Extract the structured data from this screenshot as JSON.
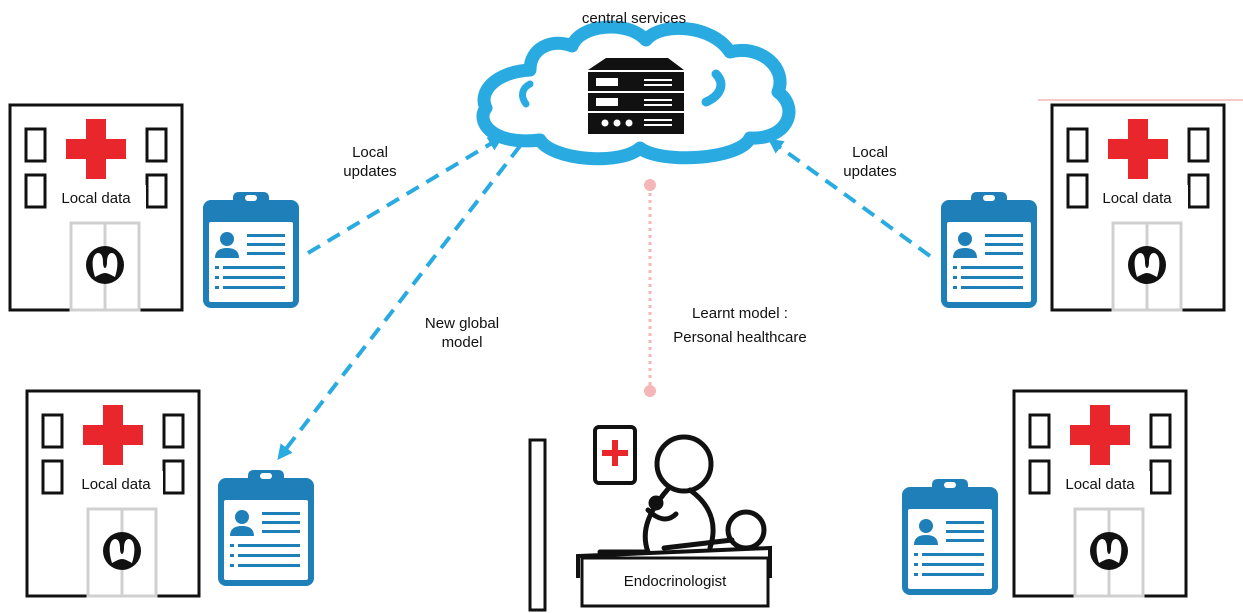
{
  "cloud": {
    "title": "central services",
    "icon": "server-icon",
    "fill_color": "#ffffff",
    "stroke_color": "#29abe2"
  },
  "hospitals": [
    {
      "id": "top-left",
      "label": "Local data"
    },
    {
      "id": "bottom-left",
      "label": "Local data"
    },
    {
      "id": "top-right",
      "label": "Local data"
    },
    {
      "id": "bottom-right",
      "label": "Local data"
    }
  ],
  "arrows": {
    "local_updates_left": [
      "Local",
      "updates"
    ],
    "local_updates_right": [
      "Local",
      "updates"
    ],
    "new_global_model": [
      "New global",
      "model"
    ],
    "learnt_model": [
      "Learnt model :",
      "Personal healthcare"
    ]
  },
  "endocrinologist": {
    "label": "Endocrinologist"
  },
  "colors": {
    "cross": "#e8262b",
    "arrow": "#29abe2",
    "clipboard": "#1f7fb8",
    "dotted_line": "#f4b6b6",
    "outline": "#111111"
  },
  "icons": [
    "hospital-icon",
    "red-cross-icon",
    "thyroid-icon",
    "clipboard-patient-record-icon",
    "server-icon",
    "tablet-cross-icon",
    "doctor-stethoscope-icon"
  ]
}
